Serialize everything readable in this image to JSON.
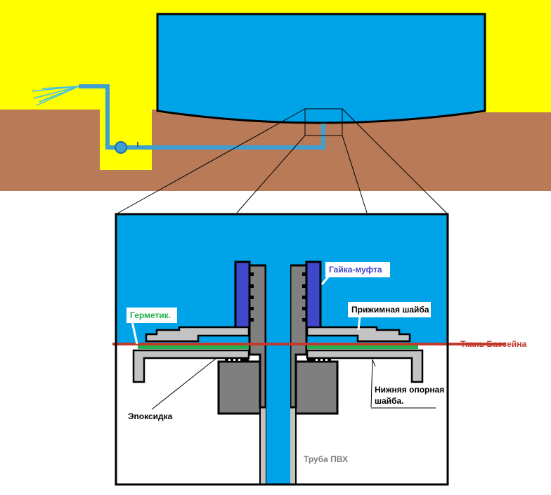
{
  "title": "Схема герметичного вывода трубы через дно бассейна",
  "labels": {
    "nut": "Гайка-муфта",
    "press_washer": "Прижимная шайба",
    "sealant": "Герметик.",
    "pool_fabric": "Ткань Бассейна",
    "lower_washer_1": "Нижняя опорная",
    "lower_washer_2": "шайба.",
    "epoxy": "Эпоксидка",
    "pvc_pipe": "Труба ПВХ"
  },
  "colors": {
    "sky": "#ffff00",
    "ground": "#b97a57",
    "water": "#00a2e8",
    "pipe": "#3f9fd0",
    "nut": "#3f48cc",
    "part": "#c3c3c3",
    "fitting": "#7f7f7f",
    "fabric": "#c0392b",
    "sealant": "#22b14c"
  }
}
